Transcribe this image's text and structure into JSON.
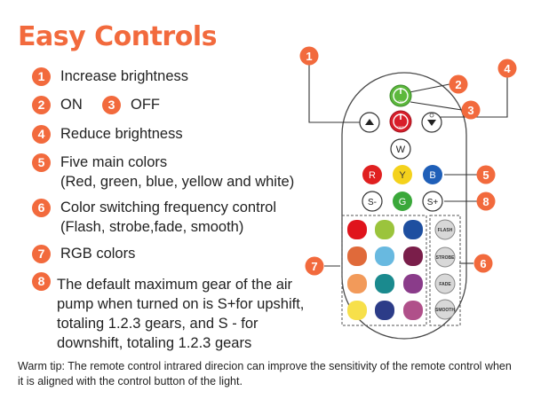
{
  "title": "Easy Controls",
  "legend": [
    {
      "num": "1",
      "text": "Increase brightness"
    },
    {
      "num": "2",
      "text": "ON"
    },
    {
      "num": "3",
      "text": "OFF"
    },
    {
      "num": "4",
      "text": "Reduce brightness"
    },
    {
      "num": "5",
      "text": "Five main colors",
      "text2": "(Red, green, blue, yellow and white)"
    },
    {
      "num": "6",
      "text": "Color switching frequency control",
      "text2": "(Flash, strobe,fade, smooth)"
    },
    {
      "num": "7",
      "text": "RGB colors"
    },
    {
      "num": "8",
      "text": "The default maximum gear of the air pump when turned on is S+for upshift, totaling 1.2.3 gears, and S - for downshift, totaling 1.2.3 gears"
    }
  ],
  "remote": {
    "on_label": "ON",
    "off_label": "OFF",
    "white_label": "W",
    "color_buttons": [
      {
        "label": "R",
        "color": "#e02020"
      },
      {
        "label": "Y",
        "color": "#f4d21c"
      },
      {
        "label": "B",
        "color": "#1f5fb8"
      }
    ],
    "speed_down_label": "S-",
    "green_label": "G",
    "speed_up_label": "S+",
    "mode_buttons": [
      "FLASH",
      "STROBE",
      "FADE",
      "SMOOTH"
    ],
    "callouts": [
      "1",
      "2",
      "3",
      "4",
      "5",
      "6",
      "7",
      "8"
    ]
  },
  "warm_tip": "Warm tip: The remote control intrared direcion can improve the sensitivity of the remote control when it is aligned with the control button of the light.",
  "colors": {
    "accent": "#f26a3d",
    "rgb_grid": [
      [
        "#e0141c",
        "#9bc43c",
        "#1e4fa0"
      ],
      [
        "#e06a3a",
        "#68b9e0",
        "#7a1e4a"
      ],
      [
        "#f29a5a",
        "#1a8a8e",
        "#8a3c8a"
      ],
      [
        "#f7e04a",
        "#2c3c88",
        "#b0508a"
      ]
    ]
  }
}
